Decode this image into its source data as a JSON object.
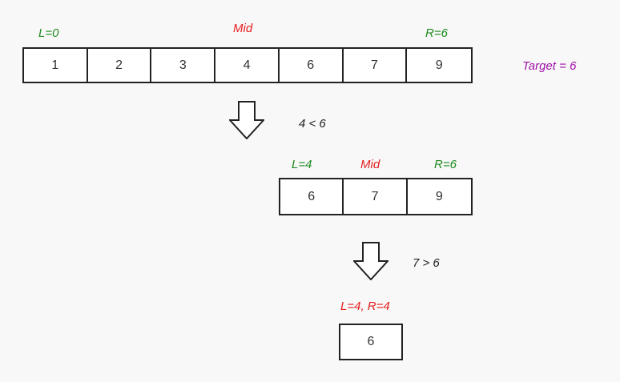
{
  "step1": {
    "label_left": "L=0",
    "label_mid": "Mid",
    "label_right": "R=6",
    "cells": [
      "1",
      "2",
      "3",
      "4",
      "6",
      "7",
      "9"
    ],
    "target": "Target = 6",
    "comparison": "4 < 6"
  },
  "step2": {
    "label_left": "L=4",
    "label_mid": "Mid",
    "label_right": "R=6",
    "cells": [
      "6",
      "7",
      "9"
    ],
    "comparison": "7 > 6"
  },
  "step3": {
    "label": "L=4, R=4",
    "cells": [
      "6"
    ]
  },
  "colors": {
    "pointer_green": "#1f8a1f",
    "mid_red": "#e41e1e",
    "target_purple": "#a010a8"
  }
}
